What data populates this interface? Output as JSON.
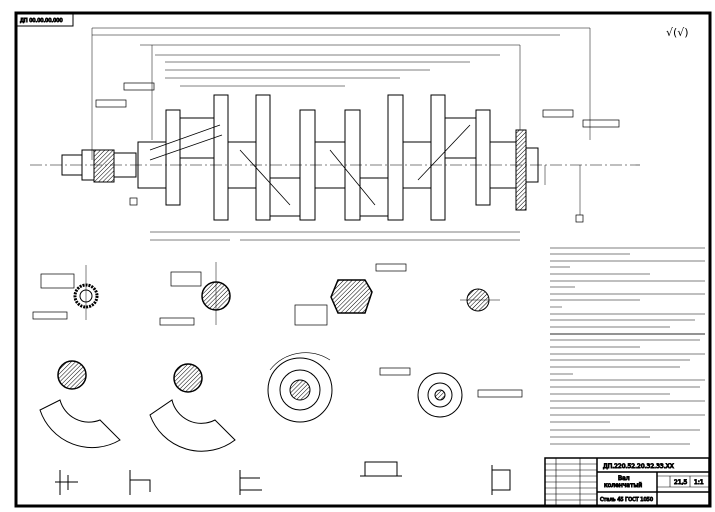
{
  "sheet": {
    "stamp_code": "ДП 00.00.00.000",
    "roughness_symbol": "√(√)"
  },
  "title_block": {
    "document_code": "ДП.220.52.20.32.33.ХХ",
    "part_name_line1": "Вал",
    "part_name_line2": "коленчатый",
    "mass": "21,5",
    "scale": "1:1",
    "material": "Сталь 45 ГОСТ 1050"
  }
}
